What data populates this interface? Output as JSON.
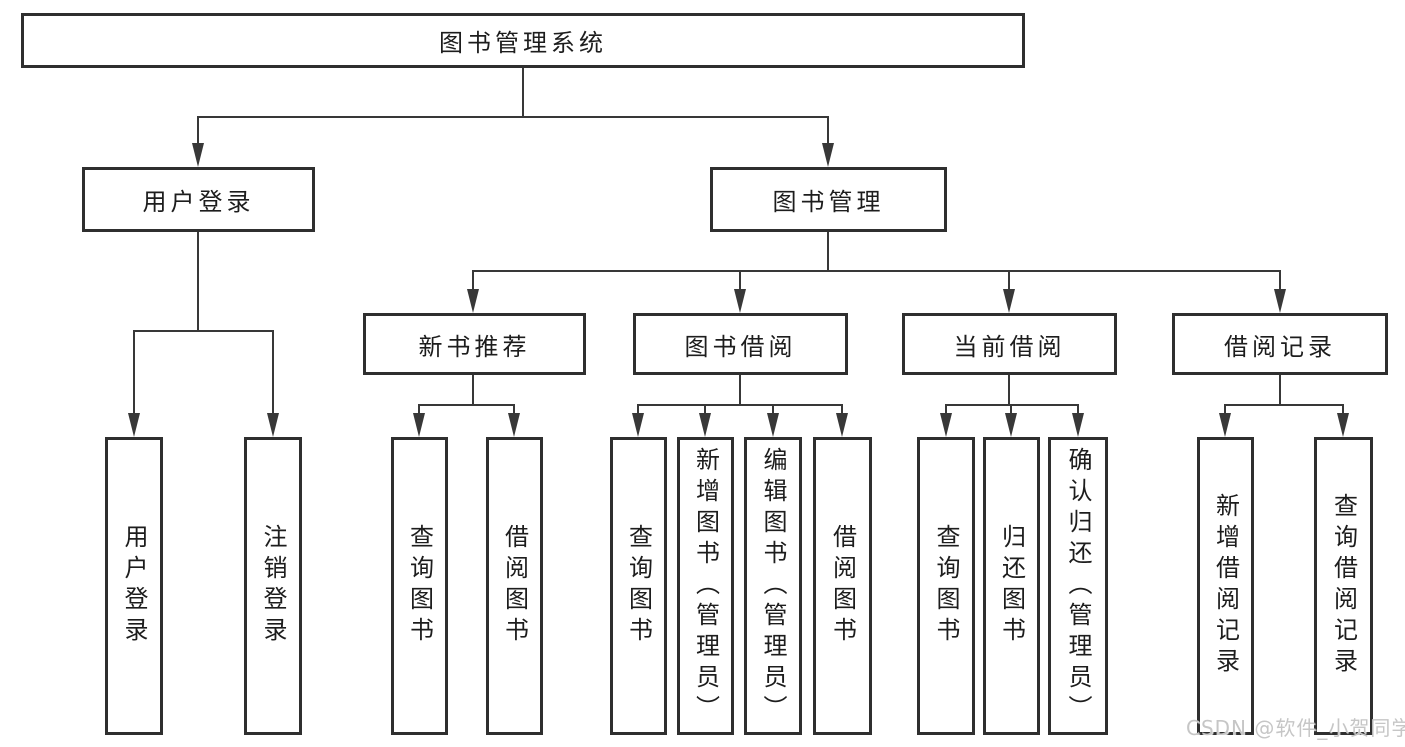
{
  "diagram": {
    "root": {
      "label": "图书管理系统"
    },
    "branches": [
      {
        "label": "用户登录",
        "children": [
          {
            "label": "用户登录"
          },
          {
            "label": "注销登录"
          }
        ]
      },
      {
        "label": "图书管理",
        "groups": [
          {
            "label": "新书推荐",
            "children": [
              {
                "label": "查询图书"
              },
              {
                "label": "借阅图书"
              }
            ]
          },
          {
            "label": "图书借阅",
            "children": [
              {
                "label": "查询图书"
              },
              {
                "label": "新增图书（管理员）"
              },
              {
                "label": "编辑图书（管理员）"
              },
              {
                "label": "借阅图书"
              }
            ]
          },
          {
            "label": "当前借阅",
            "children": [
              {
                "label": "查询图书"
              },
              {
                "label": "归还图书"
              },
              {
                "label": "确认归还（管理员）"
              }
            ]
          },
          {
            "label": "借阅记录",
            "children": [
              {
                "label": "新增借阅记录"
              },
              {
                "label": "查询借阅记录"
              }
            ]
          }
        ]
      }
    ]
  },
  "watermark": {
    "text": "CSDN @软件_小贺同学"
  },
  "colors": {
    "background": "#ffffff",
    "box_border": "#2f2f2f",
    "line": "#383838",
    "text": "#1d1d1d",
    "watermark": "#c6c6c6"
  }
}
